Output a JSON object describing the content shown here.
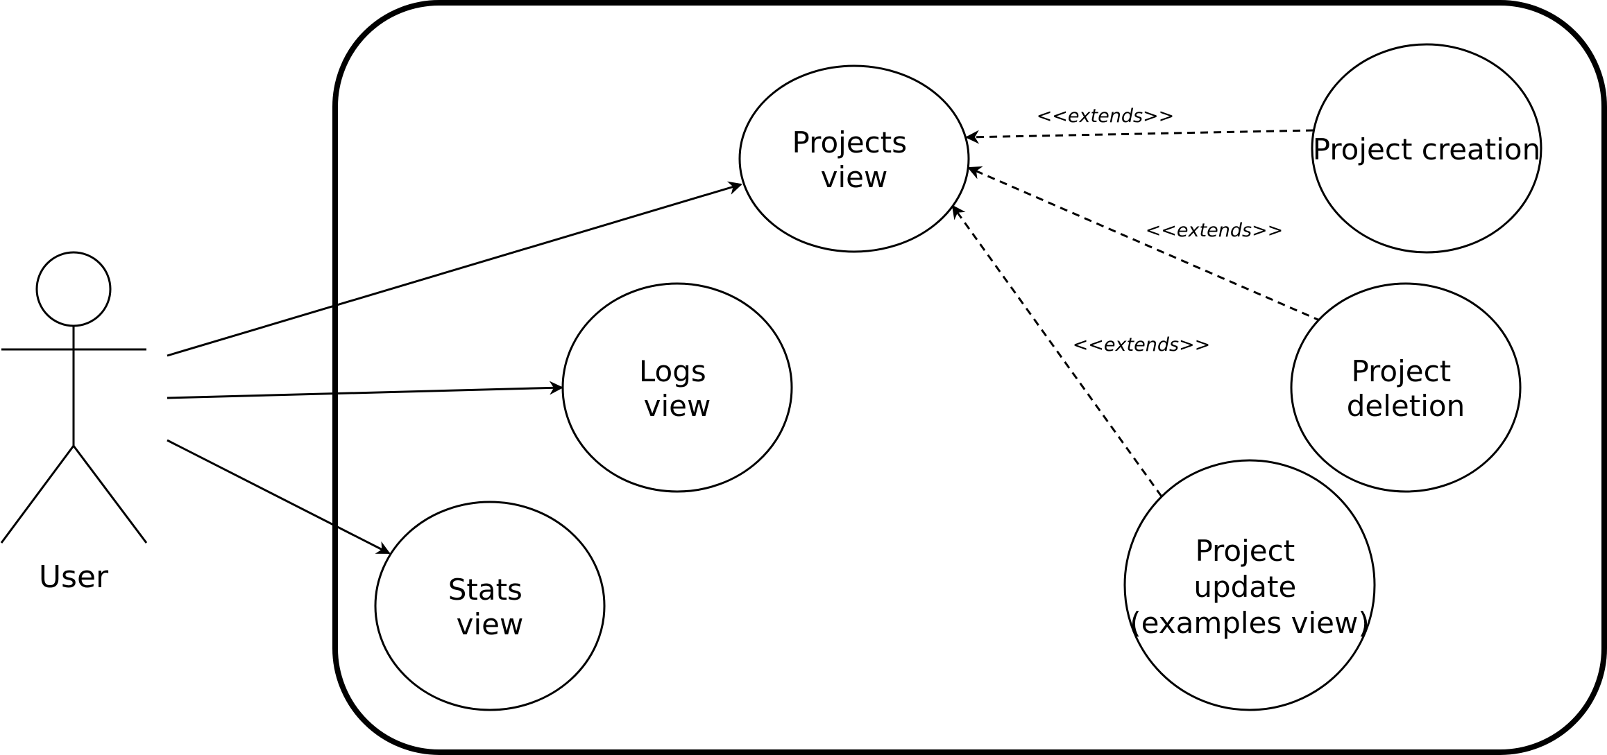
{
  "actor": {
    "name": "User"
  },
  "use_cases": {
    "projects_view": [
      "Projects",
      "view"
    ],
    "logs_view": [
      "Logs",
      "view"
    ],
    "stats_view": [
      "Stats",
      "view"
    ],
    "project_creation": [
      "Project creation"
    ],
    "project_deletion": [
      "Project",
      "deletion"
    ],
    "project_update": [
      "Project",
      "update",
      "(examples view)"
    ]
  },
  "relations": {
    "extends_label": "<<extends>>"
  },
  "associations": [
    {
      "from": "User",
      "to": "Projects view"
    },
    {
      "from": "User",
      "to": "Logs view"
    },
    {
      "from": "User",
      "to": "Stats view"
    }
  ],
  "extensions": [
    {
      "from": "Project creation",
      "to": "Projects view",
      "stereotype": "<<extends>>"
    },
    {
      "from": "Project deletion",
      "to": "Projects view",
      "stereotype": "<<extends>>"
    },
    {
      "from": "Project update (examples view)",
      "to": "Projects view",
      "stereotype": "<<extends>>"
    }
  ]
}
